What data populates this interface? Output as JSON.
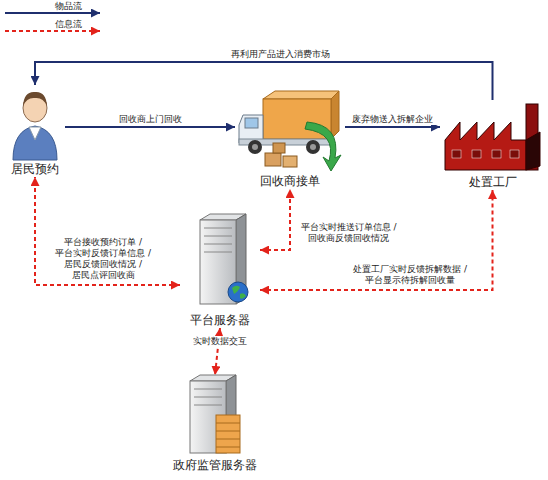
{
  "diagram": {
    "nodes": [
      {
        "text": [
          "居民预约"
        ]
      },
      {
        "text": [
          "回收商接单"
        ]
      },
      {
        "text": [
          "处置工厂"
        ]
      },
      {
        "text": [
          "平台服务器"
        ]
      },
      {
        "text": [
          "政府监管服务器"
        ]
      }
    ],
    "edges": [
      {
        "from": 2,
        "to": 0,
        "label": "再利用产品进入消费市场",
        "arrow": "to"
      },
      {
        "from": 0,
        "to": 1,
        "label": "回收商上门回收",
        "arrow": "to"
      },
      {
        "from": 1,
        "to": 2,
        "label": "废弃物送入拆解企业",
        "arrow": "to"
      },
      {
        "from": 3,
        "to": 0,
        "label": "平台接收预约订单 /平台实时反馈订单信息 /居民反馈回收情况 /居民点评回收商",
        "arrow": "both"
      },
      {
        "from": 3,
        "to": 1,
        "label": "平台实时推送订单信息 /回收商反馈回收情况",
        "arrow": "both"
      },
      {
        "from": 3,
        "to": 2,
        "label": "处置工厂实时反馈拆解数据 /平台显示待拆解回收量",
        "arrow": "both"
      },
      {
        "from": 3,
        "to": 4,
        "label": "实时数据交互",
        "arrow": "both"
      }
    ],
    "legend": [
      {
        "text": "物品流"
      },
      {
        "text": "信息流"
      }
    ]
  }
}
